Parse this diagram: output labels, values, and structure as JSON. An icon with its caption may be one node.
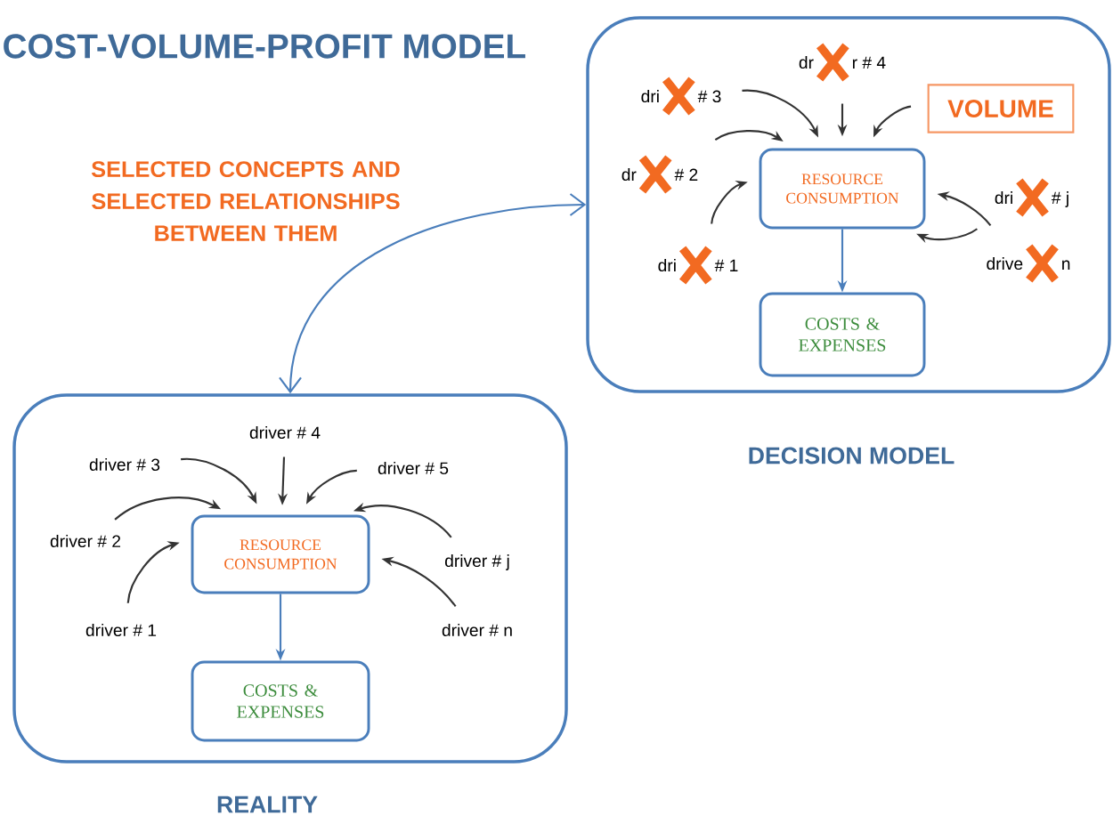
{
  "diagram": {
    "title": "COST-VOLUME-PROFIT MODEL",
    "nodes": [
      {
        "text": [],
        "shape": "box",
        "beside": [
          "REALITY"
        ]
      },
      {
        "text": [
          "RESOURCE CONSUMPTION"
        ],
        "in": 0
      },
      {
        "text": [
          "COSTS & EXPENSES"
        ],
        "in": 0
      },
      {
        "text": [
          "driver # 3"
        ],
        "in": 0
      },
      {
        "text": [
          "driver # 4"
        ],
        "in": 0
      },
      {
        "text": [
          "driver # 5"
        ],
        "in": 0
      },
      {
        "text": [
          "driver # 2"
        ],
        "in": 0
      },
      {
        "text": [
          "driver # j"
        ],
        "in": 0
      },
      {
        "text": [
          "driver # 1"
        ],
        "in": 0
      },
      {
        "text": [
          "driver # n"
        ],
        "in": 0
      },
      {
        "text": [],
        "shape": "box",
        "beside": [
          "DECISION MODEL"
        ]
      },
      {
        "text": [
          "RESOURCE CONSUMPTION"
        ],
        "in": 10
      },
      {
        "text": [
          "COSTS & EXPENSES"
        ],
        "in": 10
      },
      {
        "text": [
          "dr",
          "r # 4"
        ],
        "in": 10
      },
      {
        "text": [
          "dri",
          "# 3"
        ],
        "in": 10
      },
      {
        "text": [
          "VOLUME"
        ],
        "in": 10
      },
      {
        "text": [
          "dr",
          "# 2"
        ],
        "in": 10
      },
      {
        "text": [
          "dri",
          "# j"
        ],
        "in": 10
      },
      {
        "text": [
          "dri",
          "# 1"
        ],
        "in": 10
      },
      {
        "text": [
          "drive",
          "n"
        ],
        "in": 10
      }
    ],
    "edges": [
      {
        "from": 0,
        "to": 10,
        "arrow": "both",
        "label": "SELECTED CONCEPTS AND SELECTED RELATIONSHIPS BETWEEN THEM",
        "color": "#4a7ebb"
      },
      {
        "from": 1,
        "to": 2,
        "arrow": "to",
        "color": "#4a7ebb"
      },
      {
        "from": 3,
        "to": 1,
        "arrow": "to"
      },
      {
        "from": 4,
        "to": 1,
        "arrow": "to"
      },
      {
        "from": 5,
        "to": 1,
        "arrow": "to"
      },
      {
        "from": 6,
        "to": 1,
        "arrow": "to"
      },
      {
        "from": 7,
        "to": 1,
        "arrow": "to"
      },
      {
        "from": 8,
        "to": 1,
        "arrow": "to"
      },
      {
        "from": 9,
        "to": 1,
        "arrow": "to"
      },
      {
        "from": 11,
        "to": 12,
        "arrow": "to",
        "color": "#4a7ebb"
      },
      {
        "from": 13,
        "to": 11,
        "arrow": "to"
      },
      {
        "from": 14,
        "to": 11,
        "arrow": "to"
      },
      {
        "from": 15,
        "to": 11,
        "arrow": "to"
      },
      {
        "from": 16,
        "to": 11,
        "arrow": "to"
      },
      {
        "from": 17,
        "to": 11,
        "arrow": "to"
      },
      {
        "from": 18,
        "to": 11,
        "arrow": "to"
      },
      {
        "from": 19,
        "to": 11,
        "arrow": "to"
      }
    ]
  }
}
